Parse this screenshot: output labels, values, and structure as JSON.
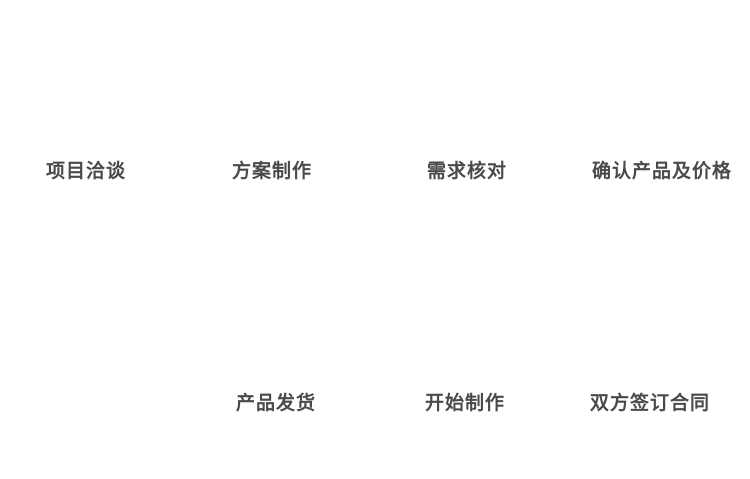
{
  "diagram": {
    "type": "process-flow",
    "background_color": "#ffffff",
    "text_color": "#4a4a4a",
    "steps": [
      {
        "order": 1,
        "label": "项目洽谈"
      },
      {
        "order": 2,
        "label": "方案制作"
      },
      {
        "order": 3,
        "label": "需求核对"
      },
      {
        "order": 4,
        "label": "确认产品及价格"
      },
      {
        "order": 5,
        "label": "双方签订合同"
      },
      {
        "order": 6,
        "label": "开始制作"
      },
      {
        "order": 7,
        "label": "产品发货"
      }
    ]
  }
}
